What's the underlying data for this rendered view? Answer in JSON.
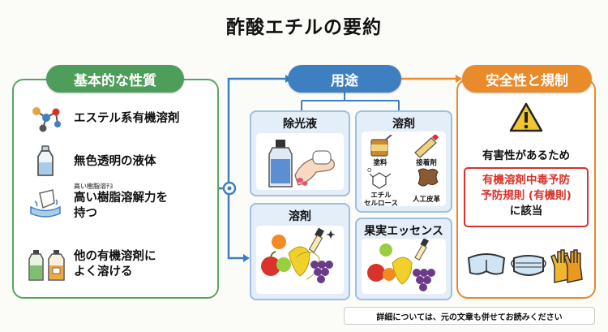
{
  "title": "酢酸エチルの要約",
  "left": {
    "header": "基本的な性質",
    "items": [
      {
        "icon": "molecule-icon",
        "text": "エステル系有機溶剤"
      },
      {
        "icon": "bottle-icon",
        "text": "無色透明の液体"
      },
      {
        "icon": "dissolving-resin-icon",
        "ruby": "高い樹脂溶ﾁﾖ",
        "text_line1": "高い樹脂溶解力を",
        "text_line2": "持つ"
      },
      {
        "icon": "solvent-bottles-icon",
        "text_line1": "他の有機溶剤に",
        "text_line2": "よく溶ける"
      }
    ]
  },
  "center": {
    "header": "用途",
    "boxes": {
      "nail_remover": {
        "label": "除光液",
        "icon": "nail-polish-remover-icon"
      },
      "solvent": {
        "label": "溶剤",
        "items": [
          {
            "icon": "paint-can-icon",
            "label": "塗料"
          },
          {
            "icon": "glue-tube-icon",
            "label": "接着剤"
          },
          {
            "icon": "cellulose-structure-icon",
            "label_line1": "エチル",
            "label_line2": "セルロース"
          },
          {
            "icon": "leather-hide-icon",
            "label": "人工皮革"
          }
        ]
      },
      "solvent2": {
        "label": "溶剤",
        "icon": "fruits-dropper-icon"
      },
      "fruit_essence": {
        "label": "果実エッセンス",
        "icon": "fruits-dropper-icon"
      }
    }
  },
  "right": {
    "header": "安全性と規制",
    "warning_icon": "warning-triangle-icon",
    "hazard": "有害性があるため",
    "law_line1": "有機溶剤中毒予防",
    "law_line2": "予防規則 (有機則)",
    "law_line3": "に該当",
    "protective_gear": [
      "goggles-icon",
      "mask-icon",
      "gloves-icon"
    ]
  },
  "footnote": "詳細については、元の文章も併せてお読みください",
  "colors": {
    "green": "#4e9d5a",
    "blue": "#3d7fc0",
    "orange": "#e98a2b",
    "red": "#d9312a",
    "box_bg": "#e4eef8"
  }
}
